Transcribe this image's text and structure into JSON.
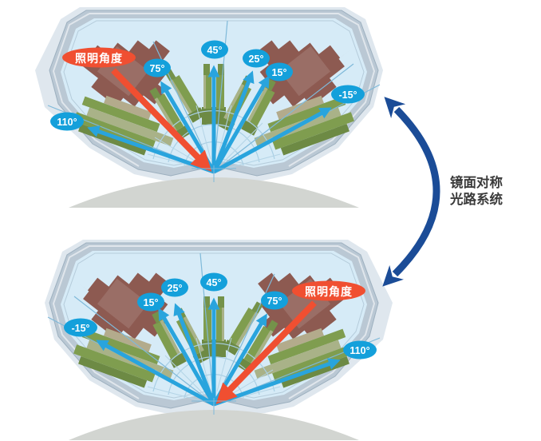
{
  "labels": {
    "a110": "110°",
    "a75": "75°",
    "a45": "45°",
    "a25": "25°",
    "a15": "15°",
    "m15": "-15°",
    "illumination": "照明角度"
  },
  "side_note": {
    "line1": "镜面对称",
    "line2": "光路系统"
  },
  "colors": {
    "arrow_blue": "#29a4dd",
    "label_blue": "#14a0db",
    "illumination_red": "#f04f31",
    "link_navy": "#1b4c97",
    "housing_shell": "#bac8d4",
    "cavity_blue": "#d6ebf7",
    "optics_green": "#7f9d4f",
    "block_brown": "#8d5a51",
    "sample_gray": "#d2d5d1"
  }
}
